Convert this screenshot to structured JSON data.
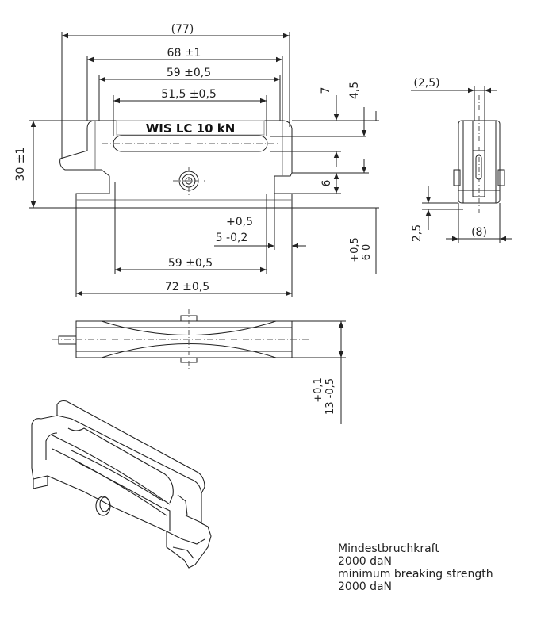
{
  "front_view": {
    "overall_width": "(77)",
    "width_68": "68 ±1",
    "width_59_top": "59 ±0,5",
    "width_51_5": "51,5 ±0,5",
    "label": "WIS LC  10 kN",
    "height_30": "30 ±1",
    "dim_7": "7",
    "dim_4_5": "4,5",
    "dim_6": "6",
    "tol_plus": "+0,5",
    "dim_5": "5 -0,2",
    "vert_tol_top": "+0,5",
    "vert_tol_bottom": "6   0",
    "width_59_bottom": "59 ±0,5",
    "width_72": "72 ±0,5"
  },
  "side_view": {
    "dim_2_5_top": "(2,5)",
    "dim_2_5_left": "2,5",
    "dim_8": "(8)"
  },
  "top_view": {
    "thickness_top": "+0,1",
    "thickness_bottom": "13 -0,5"
  },
  "notes": {
    "line1": "Mindestbruchkraft",
    "line2": "2000 daN",
    "line3": "minimum breaking strength",
    "line4": "2000 daN"
  }
}
